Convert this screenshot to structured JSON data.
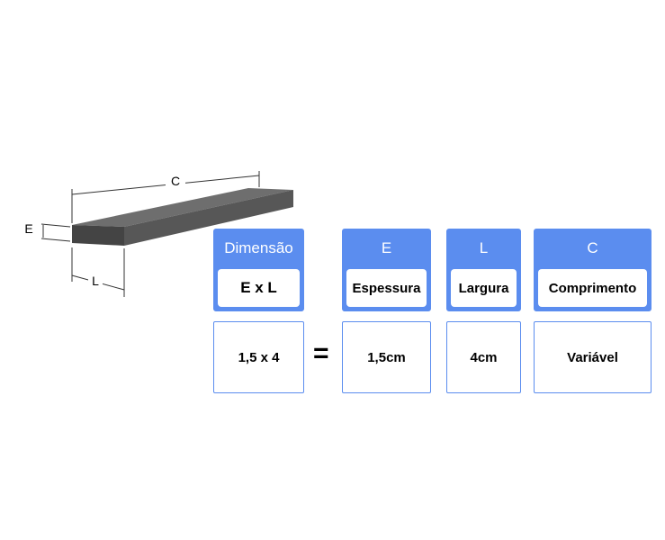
{
  "diagram": {
    "dimension_labels": {
      "c": "C",
      "e": "E",
      "l": "L"
    },
    "colors": {
      "accent": "#5b8def",
      "wood": "#555555"
    }
  },
  "table": {
    "header_dimension": {
      "top": "Dimensão",
      "bottom": "E x L"
    },
    "header_e": {
      "top": "E",
      "bottom": "Espessura"
    },
    "header_l": {
      "top": "L",
      "bottom": "Largura"
    },
    "header_c": {
      "top": "C",
      "bottom": "Comprimento"
    },
    "value_dimension": "1,5 x 4",
    "equals_sign": "=",
    "value_e": "1,5cm",
    "value_l": "4cm",
    "value_c": "Variável"
  }
}
